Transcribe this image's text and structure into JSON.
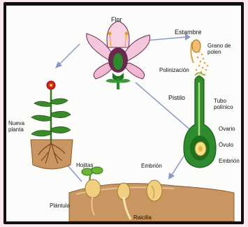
{
  "labels": {
    "flor": "Flor",
    "estambre": "Estambre",
    "grano_de_polen_line1": "Grano de",
    "grano_de_polen_line2": "polen",
    "polinizacion": "Polinización",
    "pistilo": "Pistilo",
    "tubo_polinico_line1": "Tubo",
    "tubo_polinico_line2": "polínico",
    "ovario": "Ovario",
    "ovulo": "Óvulo",
    "embrion_right": "Embrión",
    "embrion_bottom": "Embrión",
    "nueva_planta_line1": "Nueva",
    "nueva_planta_line2": "planta",
    "hojitas": "Hojitas",
    "plantula": "Plántula",
    "raicilla": "Raicilla"
  }
}
